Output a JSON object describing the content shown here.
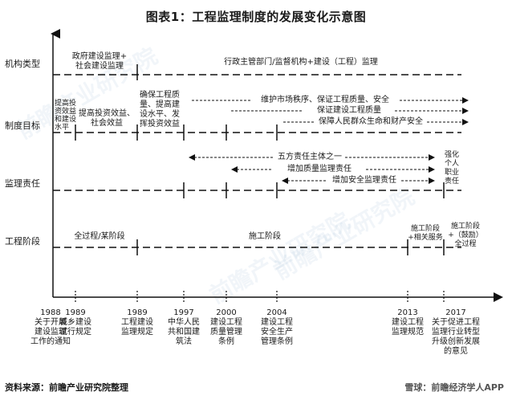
{
  "title": "图表1：工程监理制度的发展变化示意图",
  "rows": [
    {
      "key": "org",
      "label": "机构类型"
    },
    {
      "key": "goal",
      "label": "制度目标"
    },
    {
      "key": "resp",
      "label": "监理责任"
    },
    {
      "key": "stage",
      "label": "工程阶段"
    }
  ],
  "cells": {
    "org_a": "政府建设监理+\n社会建设监理",
    "org_b": "行政主管部门/监督机构+建设（工程）监理",
    "goal_a": "提高投\n资效益\n和建设\n水平",
    "goal_b": "提高投资效益、\n社会效益",
    "goal_c": "确保工程质\n量、提高建\n设水平、发\n挥投资效益",
    "goal_d": "维护市场秩序、保证工程质量、安全",
    "goal_e": "保证建设工程质量",
    "goal_f": "保障人民群众生命和财产安全",
    "resp_a": "五方责任主体之一",
    "resp_b": "增加质量监理责任",
    "resp_c": "增加安全监理责任",
    "resp_d": "强化\n个人\n职业\n责任",
    "stage_a": "全过程/某阶段",
    "stage_b": "施工阶段",
    "stage_c": "施工阶段\n+相关服务",
    "stage_d": "施工阶段\n+（鼓励）\n全过程"
  },
  "timeline": [
    {
      "year": "1988",
      "text": "关于开展\n建设监理\n工作的通知"
    },
    {
      "year": "1989",
      "text": "城乡建设\n试行规定"
    },
    {
      "year": "1989",
      "text": "工程建设\n监理规定"
    },
    {
      "year": "1997",
      "text": "中华人民\n共和国建\n筑法"
    },
    {
      "year": "2000",
      "text": "建设工程\n质量管理\n条例"
    },
    {
      "year": "2004",
      "text": "建设工程\n安全生产\n管理条例"
    },
    {
      "year": "2013",
      "text": "建设工程\n监理规范"
    },
    {
      "year": "2017",
      "text": "关于促进工程\n监理行业转型\n升级创新发展\n的意见"
    }
  ],
  "footer": "资料来源：前瞻产业研究院整理",
  "watermark_text": "雪球：前瞻经济学人APP",
  "bg_watermark": "前瞻产业研究院",
  "colors": {
    "line": "#111111",
    "text": "#1a1a1a"
  }
}
